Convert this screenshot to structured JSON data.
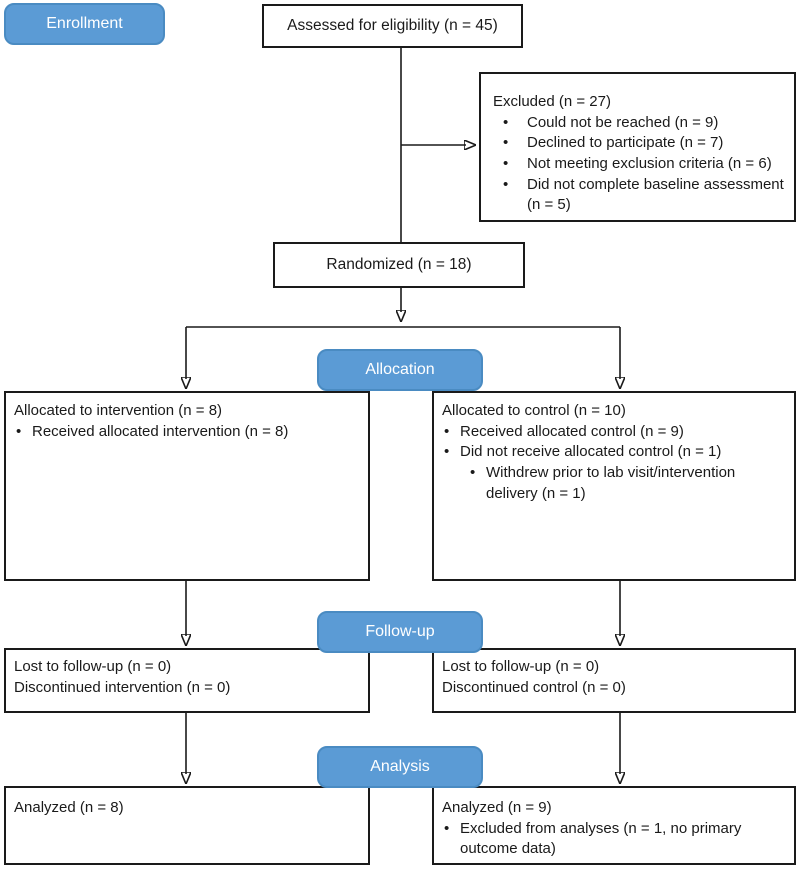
{
  "figure": {
    "bullet_char": "•",
    "colors": {
      "stage_fill": "#5b9bd5",
      "stage_border": "#4a8bc2",
      "stage_text": "#ffffff",
      "box_border": "#1a1a1a",
      "connector": "#1a1a1a",
      "background": "#ffffff"
    },
    "stages": [
      {
        "label": "Enrollment"
      },
      {
        "label": "Allocation"
      },
      {
        "label": "Follow-up"
      },
      {
        "label": "Analysis"
      }
    ],
    "boxes": {
      "assessed": {
        "text": "Assessed for eligibility (n = 45)"
      },
      "excluded": {
        "title": "Excluded (n = 27)",
        "bullets": [
          "Could not be reached (n = 9)",
          "Declined to participate (n = 7)",
          "Not meeting exclusion criteria (n = 6)",
          "Did not complete baseline assessment (n = 5)"
        ]
      },
      "randomized": {
        "text": "Randomized (n = 18)"
      },
      "allocation_intervention": {
        "title": "Allocated to intervention (n = 8)",
        "bullets": [
          "Received allocated intervention (n = 8)"
        ]
      },
      "allocation_control": {
        "title": "Allocated to control (n = 10)",
        "bullets": [
          "Received allocated control (n = 9)",
          "Did not receive allocated control (n = 1)"
        ],
        "sub_bullets": [
          "Withdrew prior to lab visit/intervention delivery (n = 1)"
        ]
      },
      "followup_intervention": {
        "lines": [
          "Lost to follow-up (n = 0)",
          "Discontinued intervention (n = 0)"
        ]
      },
      "followup_control": {
        "lines": [
          "Lost to follow-up (n = 0)",
          "Discontinued control (n = 0)"
        ]
      },
      "analysis_intervention": {
        "title": "Analyzed (n = 8)"
      },
      "analysis_control": {
        "title": "Analyzed (n = 9)",
        "bullets": [
          "Excluded from analyses (n = 1, no primary outcome data)"
        ]
      }
    }
  }
}
